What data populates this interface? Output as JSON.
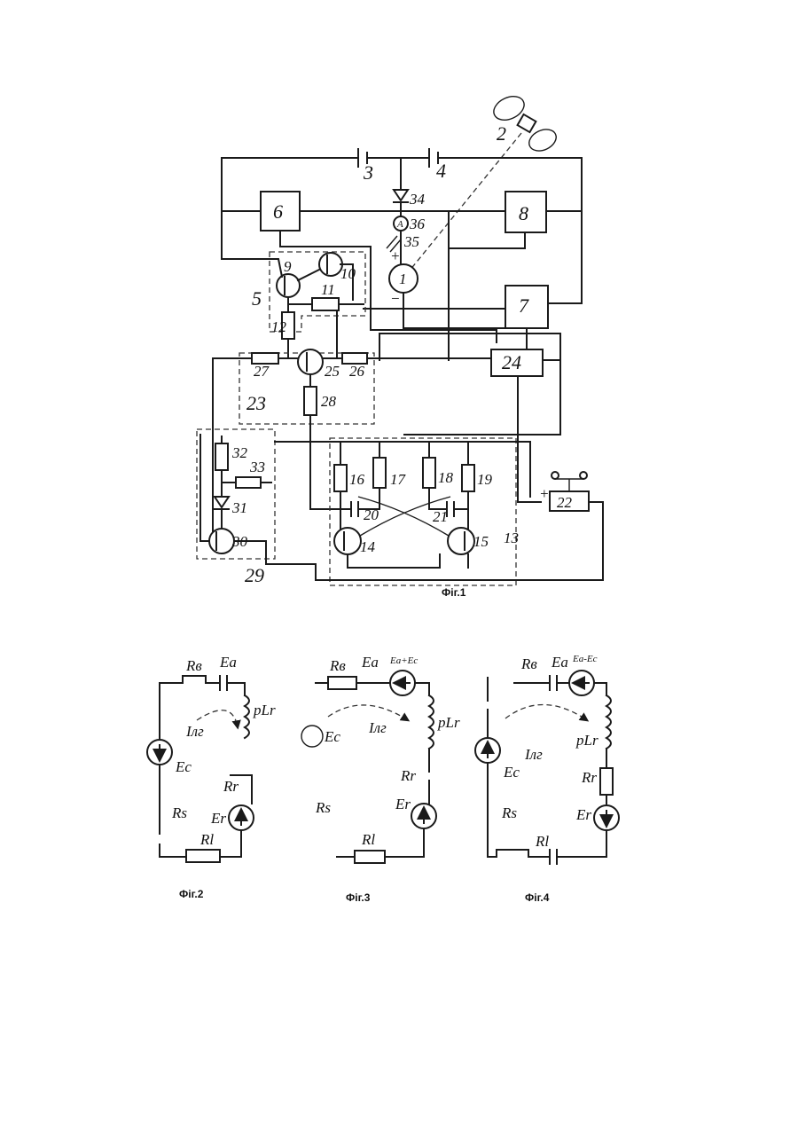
{
  "fig1": {
    "caption": "Фіг.1",
    "labels": {
      "l2": "2",
      "l3": "3",
      "l4": "4",
      "l6": "6",
      "l8": "8",
      "l34": "34",
      "l36": "36",
      "l35": "35",
      "l1": "1",
      "plus": "+",
      "minus": "−",
      "l9": "9",
      "l10": "10",
      "l11": "11",
      "l5": "5",
      "l7": "7",
      "l12": "12",
      "l24": "24",
      "l27": "27",
      "l25": "25",
      "l26": "26",
      "l23": "23",
      "l28": "28",
      "l32": "32",
      "l33": "33",
      "l31": "31",
      "l30": "30",
      "l29": "29",
      "l16": "16",
      "l17": "17",
      "l18": "18",
      "l19": "19",
      "l20": "20",
      "l21": "21",
      "l14": "14",
      "l15": "15",
      "l13": "13",
      "l22": "22",
      "plus22": "+",
      "ammeter": "A"
    }
  },
  "fig2": {
    "caption": "Фіг.2",
    "labels": {
      "rb": "Rв",
      "ea": "Eа",
      "ilr": "Iлг",
      "plr": "pLr",
      "ec": "Eс",
      "rr": "Rr",
      "rs": "Rs",
      "rl": "Rl",
      "er": "Er"
    }
  },
  "fig3": {
    "caption": "Фіг.3",
    "labels": {
      "rb": "Rв",
      "ea": "Eа",
      "eeec": "Eа+Eс",
      "ilr": "Iлг",
      "plr": "pLr",
      "ec": "Eс",
      "rr": "Rr",
      "rs": "Rs",
      "rl": "Rl",
      "er": "Er"
    }
  },
  "fig4": {
    "caption": "Фіг.4",
    "labels": {
      "rb": "Rв",
      "ea": "Eа",
      "eeec": "Eа-Eс",
      "ilr": "Iлг",
      "plr": "pLr",
      "ec": "Eс",
      "rr": "Rr",
      "rs": "Rs",
      "rl": "Rl",
      "er": "Er"
    }
  }
}
